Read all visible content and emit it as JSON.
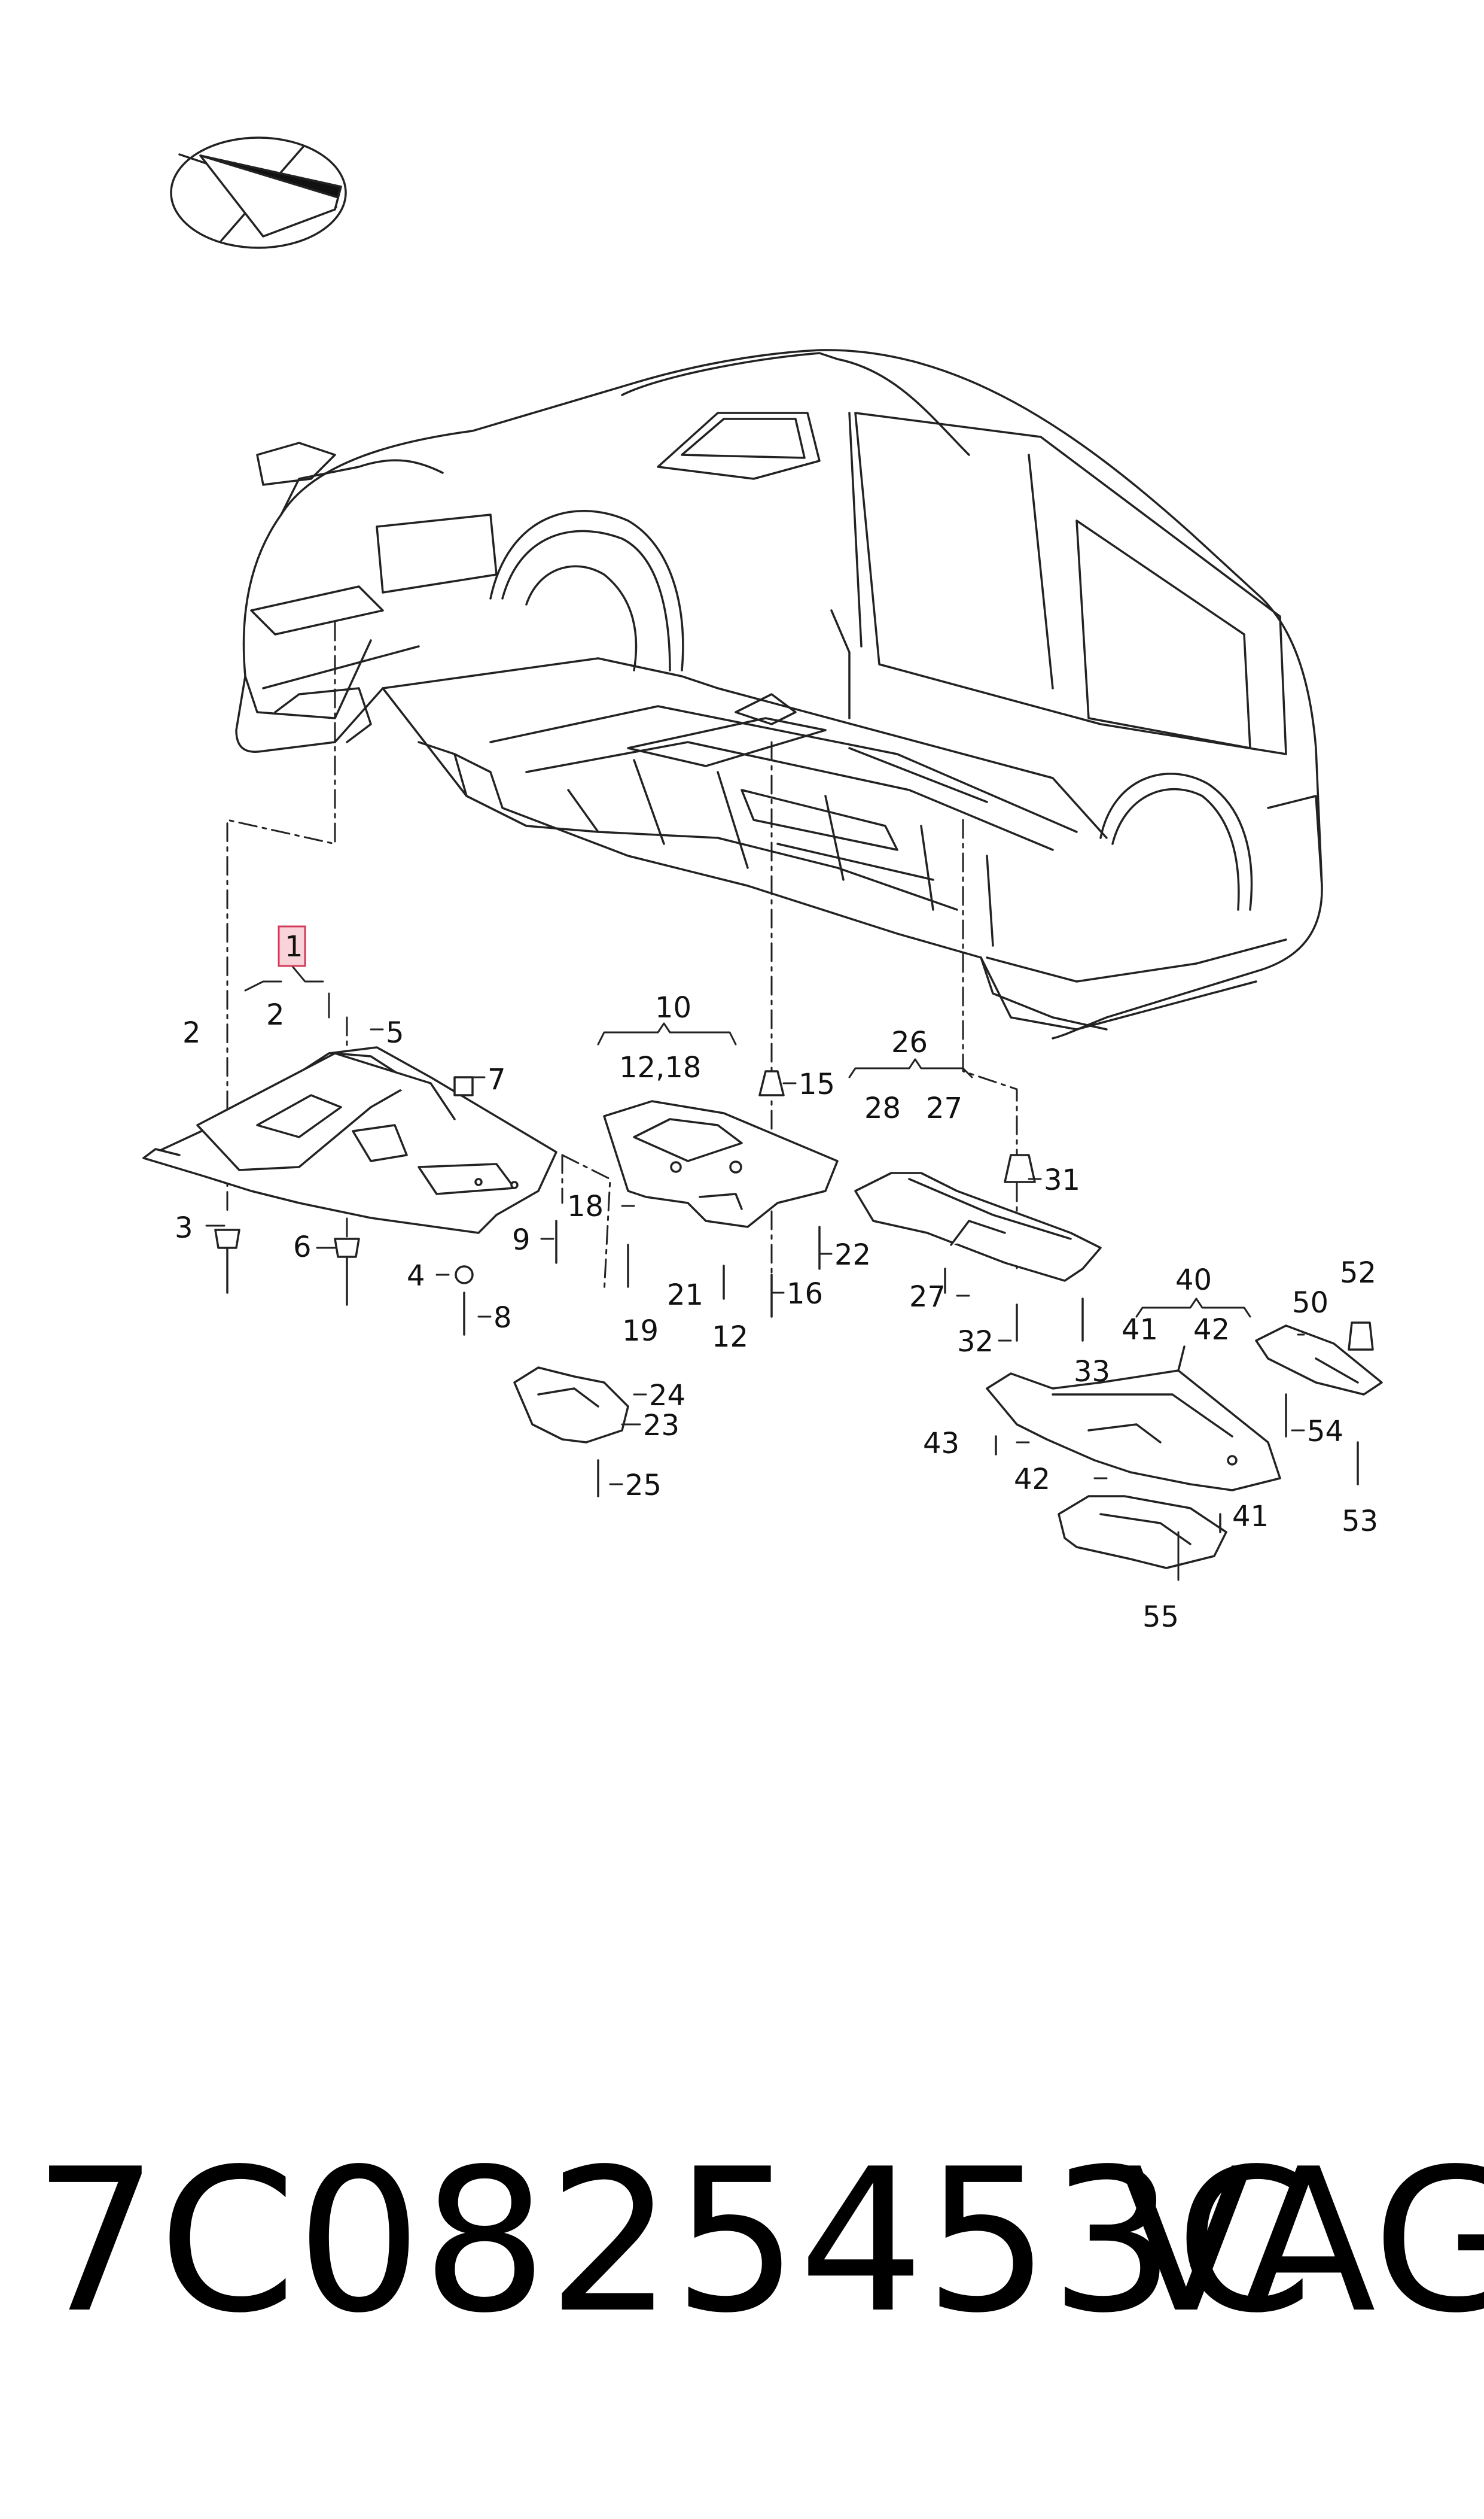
{
  "diagram": {
    "highlighted_callout": "1",
    "callouts": [
      "2",
      "5",
      "7",
      "3",
      "6",
      "4",
      "9",
      "8",
      "10",
      "12,18",
      "15",
      "18",
      "21",
      "19",
      "12",
      "22",
      "16",
      "24",
      "23",
      "25",
      "26",
      "28",
      "27",
      "31",
      "27",
      "32",
      "33",
      "40",
      "41",
      "42",
      "52",
      "50",
      "54",
      "43",
      "42",
      "41",
      "53",
      "55",
      "2"
    ]
  },
  "footer": {
    "part_number": "7C0825453C",
    "brand": "VAG"
  }
}
